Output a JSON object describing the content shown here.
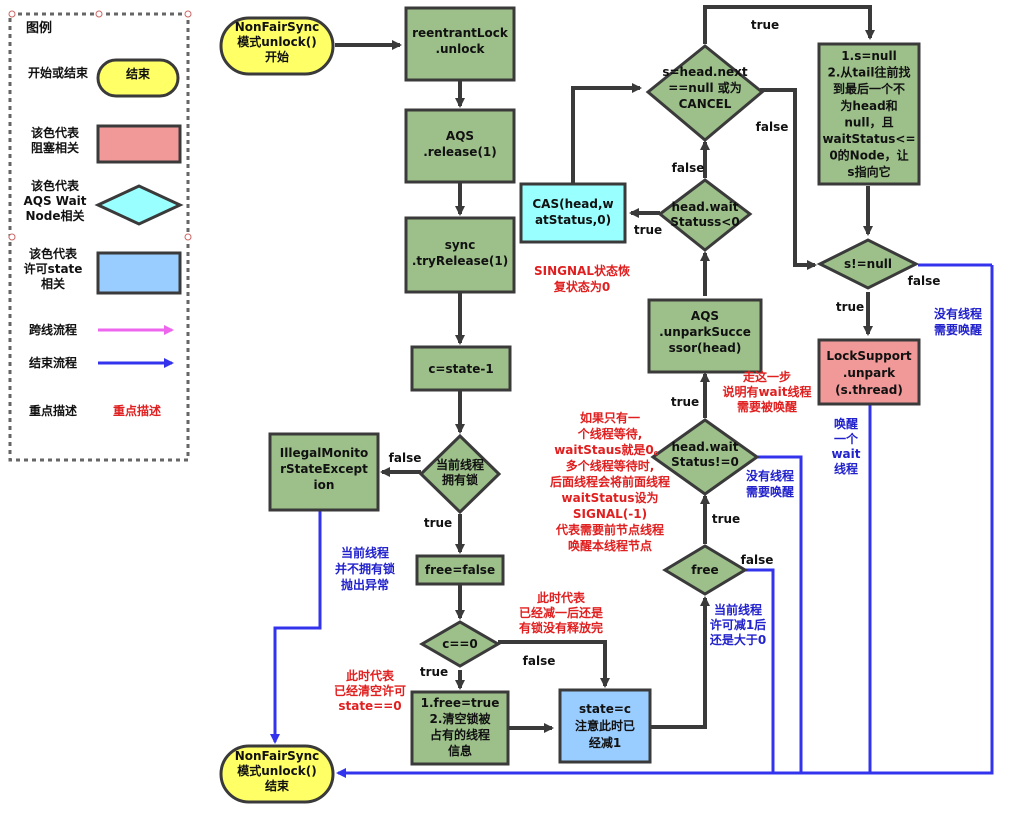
{
  "legend": {
    "title": "图例",
    "items": [
      {
        "label": [
          "开始或结束"
        ],
        "sample": [
          "结束"
        ]
      },
      {
        "label": [
          "该色代表",
          "阻塞相关"
        ]
      },
      {
        "label": [
          "该色代表",
          "AQS Wait",
          "Node相关"
        ]
      },
      {
        "label": [
          "该色代表",
          "许可state",
          "相关"
        ]
      },
      {
        "label": [
          "跨线流程"
        ]
      },
      {
        "label": [
          "结束流程"
        ]
      },
      {
        "label": [
          "重点描述"
        ],
        "sample": [
          "重点描述"
        ]
      }
    ]
  },
  "nodes": {
    "start": [
      "NonFairSync",
      "模式unlock()",
      "开始"
    ],
    "unlock": [
      "reentrantLock",
      ".unlock"
    ],
    "release": [
      "AQS",
      ".release(1)"
    ],
    "tryRelease": [
      "sync",
      ".tryRelease(1)"
    ],
    "cstate": [
      "c=state-1"
    ],
    "ownLock": [
      "当前线程",
      "拥有锁"
    ],
    "illegal": [
      "IllegalMonito",
      "rStateExcept",
      "ion"
    ],
    "freeFalse": [
      "free=false"
    ],
    "c0": [
      "c==0"
    ],
    "freeTrue": [
      "1.free=true",
      "2.清空锁被",
      "占有的线程",
      "信息"
    ],
    "stateC": [
      "state=c",
      "注意此时已",
      "经减1"
    ],
    "free": [
      "free"
    ],
    "waitNot0": [
      "head.wait",
      "Status!=0"
    ],
    "unparkSucc": [
      "AQS",
      ".unparkSucce",
      "ssor(head)"
    ],
    "waitLt0": [
      "head.wait",
      "Statuss<0"
    ],
    "cas": [
      "CAS(head,w",
      "atStatus,0)"
    ],
    "nextNull": [
      "s=head.next",
      "==null 或为",
      "CANCEL"
    ],
    "findTail": [
      "1.s=null",
      "2.从tail往前找",
      "到最后一个不",
      "为head和",
      "null，且",
      "waitStatus<=",
      "0的Node，让",
      "s指向它"
    ],
    "sNotNull": [
      "s!=null"
    ],
    "lockSupport": [
      "LockSupport",
      ".unpark",
      "(s.thread)"
    ],
    "end": [
      "NonFairSync",
      "模式unlock()",
      "结束"
    ]
  },
  "edge_labels": {
    "false_own": [
      "false"
    ],
    "true_own": [
      "true"
    ],
    "true_c0": [
      "true"
    ],
    "false_c0": [
      "false"
    ],
    "true_free": [
      "true"
    ],
    "false_free": [
      "false"
    ],
    "true_wait": [
      "true"
    ],
    "true_lt0": [
      "true"
    ],
    "false_lt0": [
      "false"
    ],
    "true_next": [
      "true"
    ],
    "false_next": [
      "false"
    ],
    "true_s": [
      "true"
    ],
    "false_s": [
      "false"
    ]
  },
  "notes": {
    "signal": [
      "SINGNAL状态恢",
      "复状态为0"
    ],
    "oneStep": [
      "走这一步",
      "说明有wait线程",
      "需要被唤醒"
    ],
    "onlyOne": [
      "如果只有一",
      "个线程等待,",
      "waitStaus就是0。",
      "多个线程等待时,",
      "后面线程会将前面线程",
      "waitStatus设为",
      "SIGNAL(-1)",
      "代表需要前节点线程",
      "唤醒本线程节点"
    ],
    "reduced": [
      "此时代表",
      "已经减一后还是",
      "有锁没有释放完"
    ],
    "cleared": [
      "此时代表",
      "已经清空许可",
      "state==0"
    ],
    "noOwn": [
      "当前线程",
      "并不拥有锁",
      "抛出异常"
    ],
    "noWaitMid": [
      "没有线程",
      "需要唤醒"
    ],
    "permit": [
      "当前线程",
      "许可减1后",
      "还是大于0"
    ],
    "noWaitRight": [
      "没有线程",
      "需要唤醒"
    ],
    "wake": [
      "唤醒",
      "一个",
      "wait",
      "线程"
    ]
  },
  "colors": {
    "start_end": "#ffff66",
    "blocking": "#f19999",
    "wait_node": "#99ffff",
    "permit": "#99ccff",
    "process": "#9dc08b",
    "stroke": "#3a3a3a",
    "end_flow": "#3333ee",
    "cross_flow": "#ee66ee",
    "red_note": "#e02020",
    "blue_note": "#2222cc"
  }
}
